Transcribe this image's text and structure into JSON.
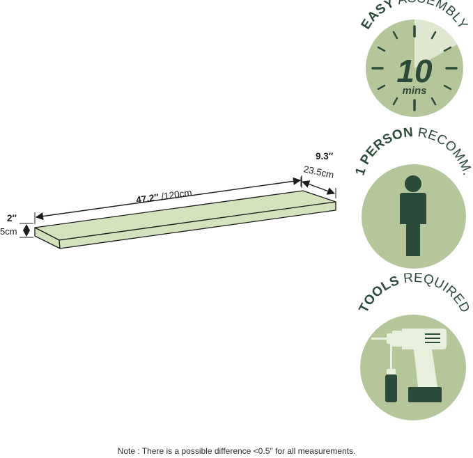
{
  "shelf": {
    "length": {
      "imperial": "47.2″",
      "metric": "/120cm"
    },
    "depth": {
      "imperial": "9.3″",
      "metric": "23.5cm"
    },
    "thickness": {
      "imperial": "2″",
      "metric": "5cm"
    }
  },
  "badges": [
    {
      "bold": "EASY",
      "rest": " ASSEMBLY",
      "number": "10",
      "unit": "mins",
      "icon": "timer-icon"
    },
    {
      "bold": "1 PERSON",
      "rest": " RECOMM.",
      "icon": "person-icon"
    },
    {
      "bold": "TOOLS",
      "rest": " REQUIRED",
      "icon": "drill-screwdriver-icon"
    }
  ],
  "note": "Note : There is a possible difference <0.5″ for all measurements.",
  "colors": {
    "badge_fill": "#b5c69b",
    "badge_dark": "#2b4a3a",
    "badge_light": "#dfe7d0",
    "shelf_fill": "#d4e2bd",
    "line": "#1d1d1d"
  }
}
